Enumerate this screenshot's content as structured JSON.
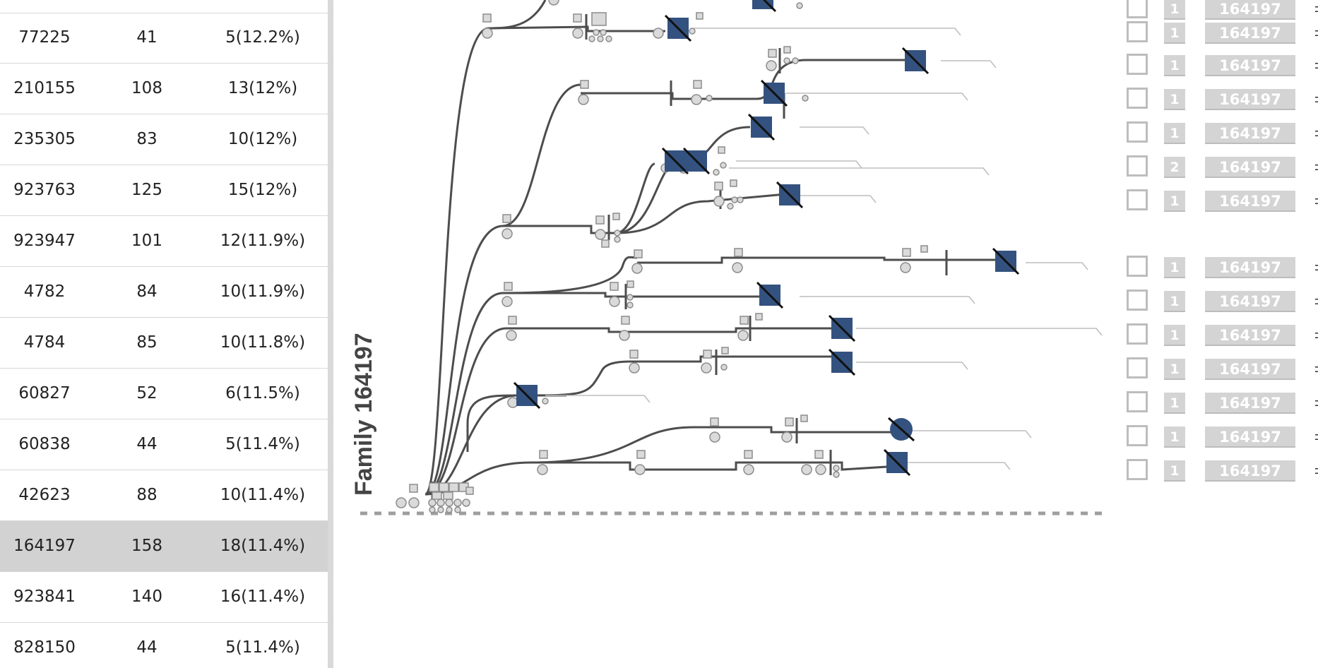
{
  "family_table": {
    "rows": [
      {
        "id": "77225",
        "size": "41",
        "affected": "5(12.2%)",
        "selected": false
      },
      {
        "id": "210155",
        "size": "108",
        "affected": "13(12%)",
        "selected": false
      },
      {
        "id": "235305",
        "size": "83",
        "affected": "10(12%)",
        "selected": false
      },
      {
        "id": "923763",
        "size": "125",
        "affected": "15(12%)",
        "selected": false
      },
      {
        "id": "923947",
        "size": "101",
        "affected": "12(11.9%)",
        "selected": false
      },
      {
        "id": "4782",
        "size": "84",
        "affected": "10(11.9%)",
        "selected": false
      },
      {
        "id": "4784",
        "size": "85",
        "affected": "10(11.8%)",
        "selected": false
      },
      {
        "id": "60827",
        "size": "52",
        "affected": "6(11.5%)",
        "selected": false
      },
      {
        "id": "60838",
        "size": "44",
        "affected": "5(11.4%)",
        "selected": false
      },
      {
        "id": "42623",
        "size": "88",
        "affected": "10(11.4%)",
        "selected": false
      },
      {
        "id": "164197",
        "size": "158",
        "affected": "18(11.4%)",
        "selected": true
      },
      {
        "id": "923841",
        "size": "140",
        "affected": "16(11.4%)",
        "selected": false
      },
      {
        "id": "828150",
        "size": "44",
        "affected": "5(11.4%)",
        "selected": false
      }
    ]
  },
  "tree": {
    "family_label": "Family 164197",
    "affected_color": "#34527f",
    "line_color": "#4d4d4d",
    "node_color": "#d8d8d8"
  },
  "attribute_panel": {
    "rows": [
      {
        "count": "1",
        "family": "164197",
        "tail": "±"
      },
      {
        "count": "1",
        "family": "164197",
        "tail": "±"
      },
      {
        "count": "1",
        "family": "164197",
        "tail": "±"
      },
      {
        "count": "1",
        "family": "164197",
        "tail": "±"
      },
      {
        "count": "1",
        "family": "164197",
        "tail": "±"
      },
      {
        "count": "2",
        "family": "164197",
        "tail": "±"
      },
      {
        "count": "1",
        "family": "164197",
        "tail": "±"
      },
      {
        "count": "1",
        "family": "164197",
        "tail": "±"
      },
      {
        "count": "1",
        "family": "164197",
        "tail": "±"
      },
      {
        "count": "1",
        "family": "164197",
        "tail": "±"
      },
      {
        "count": "1",
        "family": "164197",
        "tail": "±"
      },
      {
        "count": "1",
        "family": "164197",
        "tail": "±"
      },
      {
        "count": "1",
        "family": "164197",
        "tail": "±"
      },
      {
        "count": "1",
        "family": "164197",
        "tail": "±"
      }
    ]
  }
}
